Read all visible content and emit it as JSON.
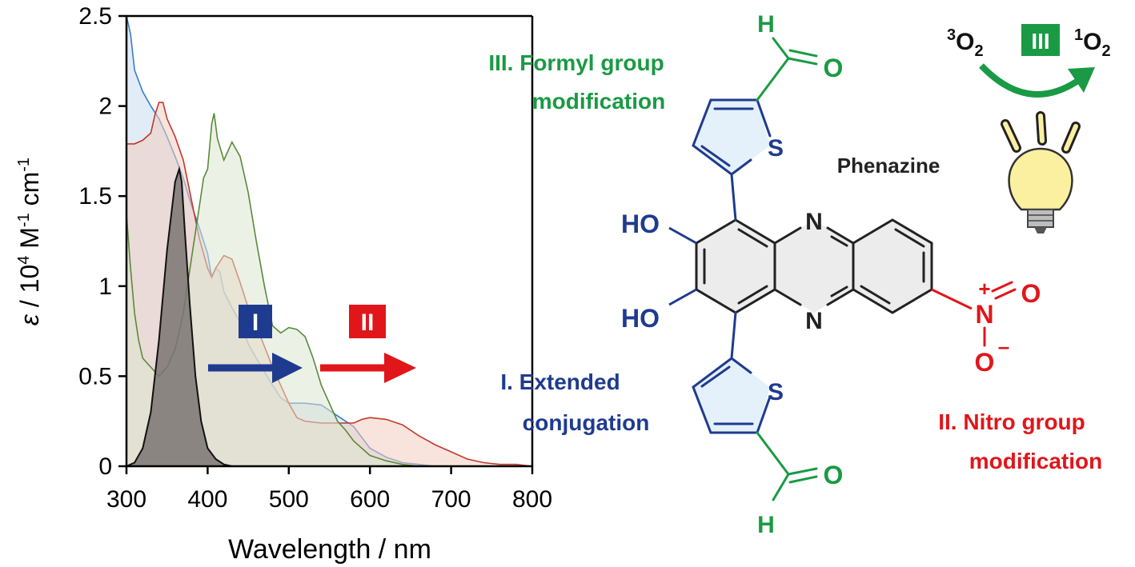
{
  "chart_data": {
    "type": "area",
    "xlabel": "Wavelength / nm",
    "ylabel_prefix": "ε",
    "ylabel_rest": " / 10",
    "ylabel_exp1": "4",
    "ylabel_unit1": " M",
    "ylabel_exp2": "-1",
    "ylabel_unit2": " cm",
    "ylabel_exp3": "-1",
    "xlim": [
      300,
      800
    ],
    "ylim": [
      0,
      2.5
    ],
    "xticks": [
      300,
      400,
      500,
      600,
      700,
      800
    ],
    "yticks": [
      0,
      0.5,
      1,
      1.5,
      2,
      2.5
    ],
    "ytick_labels": [
      "0",
      "0.5",
      "1",
      "1.5",
      "2",
      "2.5"
    ],
    "grid": false,
    "series": [
      {
        "color": "#3a7bc8",
        "fill": "#c9dcf0",
        "points": [
          [
            300,
            2.55
          ],
          [
            305,
            2.4
          ],
          [
            310,
            2.2
          ],
          [
            320,
            2.08
          ],
          [
            330,
            2.0
          ],
          [
            340,
            1.93
          ],
          [
            350,
            1.83
          ],
          [
            360,
            1.72
          ],
          [
            370,
            1.6
          ],
          [
            380,
            1.45
          ],
          [
            390,
            1.32
          ],
          [
            400,
            1.18
          ],
          [
            405,
            1.05
          ],
          [
            410,
            1.1
          ],
          [
            415,
            1.08
          ],
          [
            420,
            0.97
          ],
          [
            430,
            0.88
          ],
          [
            440,
            0.8
          ],
          [
            450,
            0.68
          ],
          [
            460,
            0.6
          ],
          [
            480,
            0.45
          ],
          [
            490,
            0.38
          ],
          [
            500,
            0.35
          ],
          [
            520,
            0.35
          ],
          [
            540,
            0.34
          ],
          [
            560,
            0.28
          ],
          [
            580,
            0.22
          ],
          [
            600,
            0.1
          ],
          [
            620,
            0.05
          ],
          [
            640,
            0.02
          ],
          [
            660,
            0.01
          ],
          [
            680,
            0.0
          ]
        ]
      },
      {
        "color": "#c0392b",
        "fill": "#f3cdbf",
        "points": [
          [
            300,
            1.79
          ],
          [
            310,
            1.79
          ],
          [
            320,
            1.81
          ],
          [
            330,
            1.85
          ],
          [
            335,
            1.95
          ],
          [
            340,
            2.02
          ],
          [
            345,
            2.02
          ],
          [
            350,
            1.93
          ],
          [
            360,
            1.83
          ],
          [
            370,
            1.7
          ],
          [
            380,
            1.48
          ],
          [
            390,
            1.26
          ],
          [
            400,
            1.1
          ],
          [
            405,
            1.05
          ],
          [
            410,
            1.1
          ],
          [
            420,
            1.17
          ],
          [
            430,
            1.15
          ],
          [
            440,
            1.02
          ],
          [
            450,
            0.88
          ],
          [
            460,
            0.78
          ],
          [
            480,
            0.55
          ],
          [
            500,
            0.35
          ],
          [
            510,
            0.27
          ],
          [
            520,
            0.25
          ],
          [
            540,
            0.24
          ],
          [
            560,
            0.24
          ],
          [
            580,
            0.24
          ],
          [
            590,
            0.26
          ],
          [
            600,
            0.27
          ],
          [
            620,
            0.26
          ],
          [
            640,
            0.23
          ],
          [
            660,
            0.17
          ],
          [
            680,
            0.12
          ],
          [
            700,
            0.08
          ],
          [
            720,
            0.04
          ],
          [
            740,
            0.02
          ],
          [
            760,
            0.01
          ],
          [
            780,
            0.01
          ],
          [
            800,
            0.0
          ]
        ]
      },
      {
        "color": "#5a8a3a",
        "fill": "#dde6cf",
        "points": [
          [
            300,
            1.4
          ],
          [
            305,
            1.1
          ],
          [
            310,
            0.85
          ],
          [
            315,
            0.7
          ],
          [
            320,
            0.6
          ],
          [
            330,
            0.55
          ],
          [
            340,
            0.5
          ],
          [
            350,
            0.55
          ],
          [
            360,
            0.65
          ],
          [
            370,
            0.85
          ],
          [
            380,
            1.15
          ],
          [
            390,
            1.45
          ],
          [
            395,
            1.6
          ],
          [
            400,
            1.65
          ],
          [
            405,
            1.9
          ],
          [
            408,
            1.96
          ],
          [
            412,
            1.82
          ],
          [
            420,
            1.7
          ],
          [
            425,
            1.75
          ],
          [
            430,
            1.8
          ],
          [
            440,
            1.72
          ],
          [
            450,
            1.52
          ],
          [
            460,
            1.25
          ],
          [
            470,
            1.0
          ],
          [
            480,
            0.78
          ],
          [
            490,
            0.74
          ],
          [
            500,
            0.77
          ],
          [
            510,
            0.76
          ],
          [
            520,
            0.72
          ],
          [
            530,
            0.6
          ],
          [
            540,
            0.45
          ],
          [
            550,
            0.35
          ],
          [
            560,
            0.25
          ],
          [
            570,
            0.2
          ],
          [
            580,
            0.14
          ],
          [
            600,
            0.06
          ],
          [
            620,
            0.03
          ],
          [
            640,
            0.01
          ],
          [
            660,
            0.0
          ]
        ]
      },
      {
        "color": "#111111",
        "fill": "#7a7472",
        "points": [
          [
            300,
            0.0
          ],
          [
            310,
            0.02
          ],
          [
            320,
            0.1
          ],
          [
            330,
            0.3
          ],
          [
            340,
            0.7
          ],
          [
            350,
            1.2
          ],
          [
            360,
            1.58
          ],
          [
            365,
            1.65
          ],
          [
            368,
            1.58
          ],
          [
            372,
            1.3
          ],
          [
            378,
            0.9
          ],
          [
            385,
            0.5
          ],
          [
            392,
            0.25
          ],
          [
            400,
            0.1
          ],
          [
            410,
            0.04
          ],
          [
            420,
            0.01
          ],
          [
            430,
            0.0
          ]
        ]
      }
    ]
  },
  "arrows": {
    "i_label": "I",
    "ii_label": "II",
    "i_color": "#1f3b8f",
    "ii_color": "#e0161b"
  },
  "molecule": {
    "atoms": {
      "h_top": "H",
      "o_top": "O",
      "s_top": "S",
      "ho_1": "HO",
      "ho_2": "HO",
      "n_top": "N",
      "n_bottom": "N",
      "s_bottom": "S",
      "o_bottom": "O",
      "h_bottom": "H",
      "nitro_n": "N",
      "nitro_plus": "+",
      "nitro_o_right": "O",
      "nitro_o_bottom": "O",
      "nitro_minus": "–"
    },
    "phenazine_label": "Phenazine"
  },
  "annotations": {
    "formyl_line1": "III. Formyl group",
    "formyl_line2": "modification",
    "extended_line1": "I. Extended",
    "extended_line2": "conjugation",
    "nitro_line1": "II. Nitro group",
    "nitro_line2": "modification"
  },
  "singlet_oxygen": {
    "triplet_sup": "3",
    "triplet_main": "O",
    "triplet_sub": "2",
    "badge": "III",
    "singlet_sup": "1",
    "singlet_main": "O",
    "singlet_sub": "2"
  },
  "colors": {
    "blue": "#1f3b8f",
    "green": "#1a9a44",
    "red": "#e0161b",
    "ring_fill": "#ececec",
    "thiophene_fill": "#e4f1fb",
    "bulb": "#fbf0a0"
  }
}
